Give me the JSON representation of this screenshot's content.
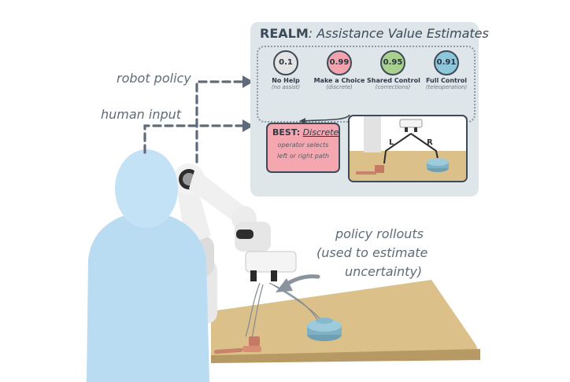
{
  "labels": {
    "robot_policy": "robot policy",
    "human_input": "human input",
    "policy_rollouts": [
      "policy rollouts",
      "(used to estimate",
      "uncertainty)"
    ]
  },
  "panel": {
    "title_bold": "REALM",
    "title_rest": ": Assistance Value Estimates",
    "modes": [
      {
        "value": "0.1",
        "name": "No Help",
        "sub": "(no assist)",
        "color": "#e4e4e4"
      },
      {
        "value": "0.99",
        "name": "Make a Choice",
        "sub": "(discrete)",
        "color": "#f3a3ae"
      },
      {
        "value": "0.95",
        "name": "Shared Control",
        "sub": "(corrections)",
        "color": "#a9d08e"
      },
      {
        "value": "0.91",
        "name": "Full Control",
        "sub": "(teleoperation)",
        "color": "#8ec6dc"
      }
    ],
    "best": {
      "label": "BEST:",
      "mode": "Discrete",
      "lines": [
        "operator selects",
        "left or right path"
      ]
    },
    "inset": {
      "left_label": "L",
      "right_label": "R"
    }
  },
  "colors": {
    "panel_bg": "#dfe6ea",
    "arrow": "#5f6b78",
    "human": "#b9dcf3",
    "table": "#dcc08a",
    "best_bg": "#f4a7af"
  }
}
